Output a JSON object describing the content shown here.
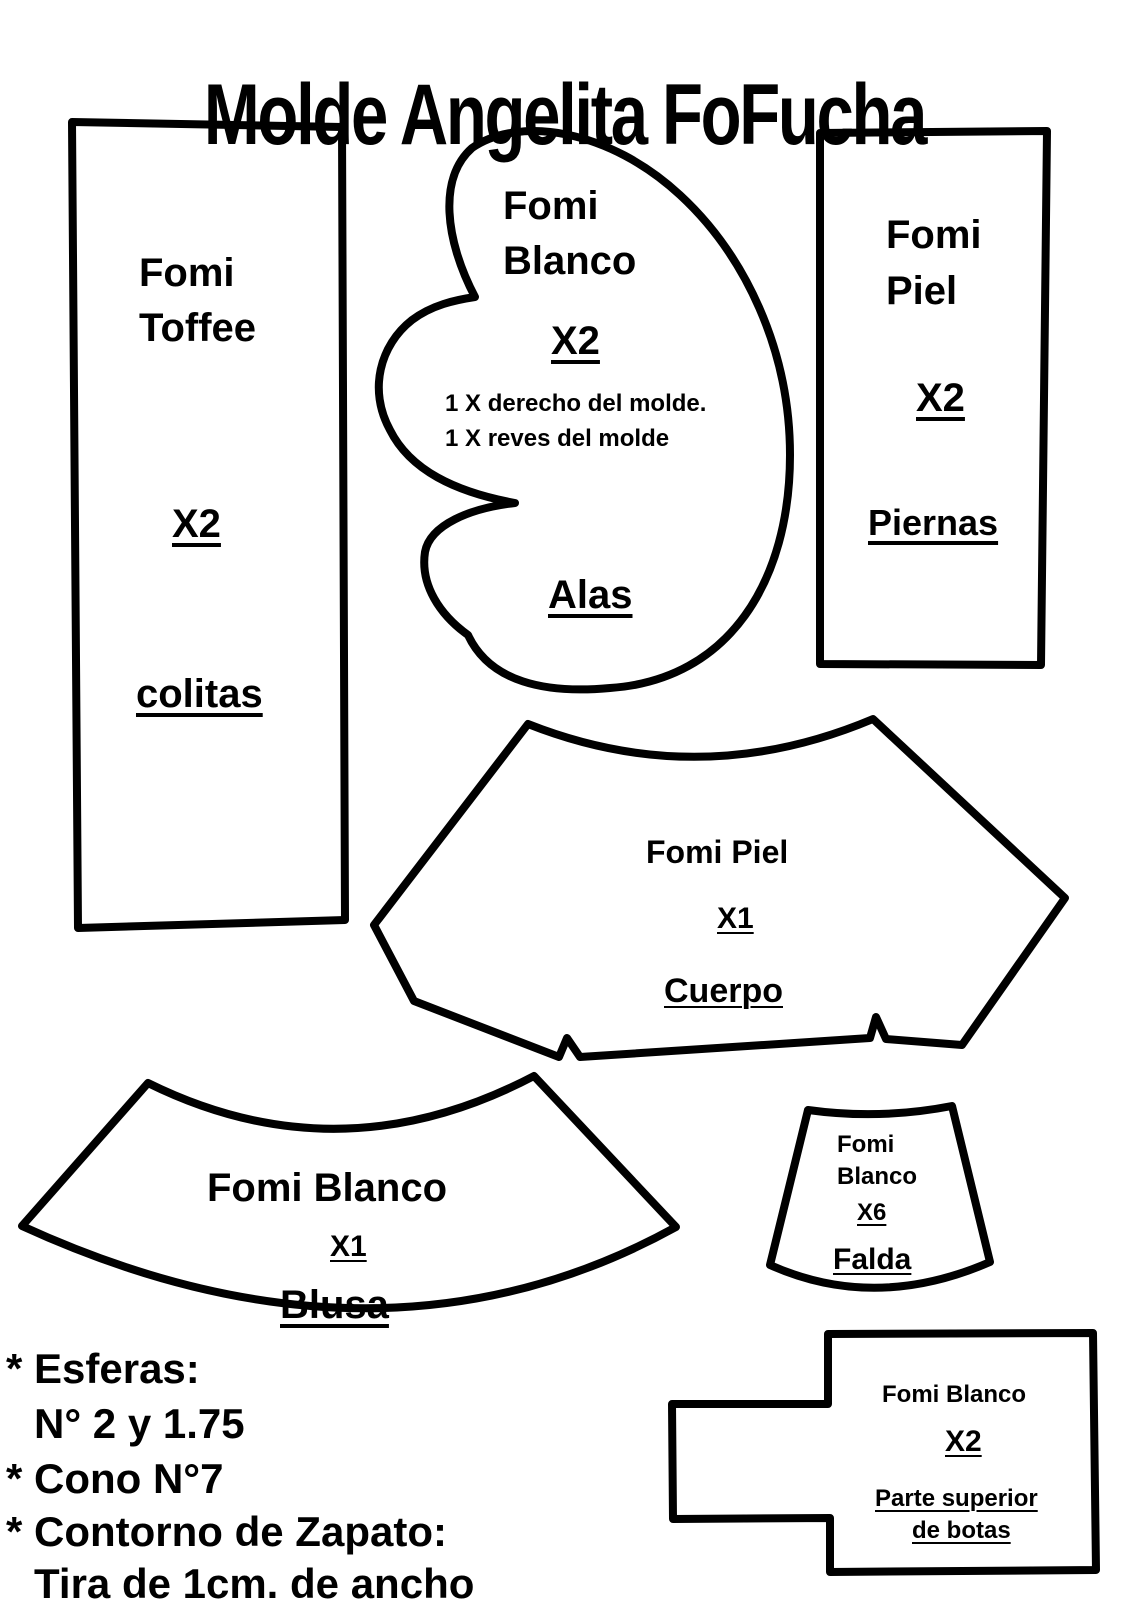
{
  "title": "Molde Angelita FoFucha",
  "pieces": {
    "colitas": {
      "material_1": "Fomi",
      "material_2": "Toffee",
      "qty": "X2",
      "name": "colitas"
    },
    "alas": {
      "material_1": "Fomi",
      "material_2": "Blanco",
      "qty": "X2",
      "note_1": "1 X derecho  del molde.",
      "note_2": "1 X reves del molde",
      "name": "Alas"
    },
    "piernas": {
      "material_1": "Fomi",
      "material_2": "Piel",
      "qty": "X2",
      "name": "Piernas"
    },
    "cuerpo": {
      "material": "Fomi Piel",
      "qty": "X1",
      "name": "Cuerpo"
    },
    "blusa": {
      "material": "Fomi Blanco",
      "qty": "X1",
      "name": "Blusa"
    },
    "falda": {
      "material_1": "Fomi",
      "material_2": "Blanco",
      "qty": "X6",
      "name": "Falda"
    },
    "botas": {
      "material": "Fomi Blanco",
      "qty": "X2",
      "name_1": "Parte superior",
      "name_2": "de botas"
    }
  },
  "notes": {
    "line_1": "* Esferas:",
    "line_2": "N° 2 y 1.75",
    "line_3": "* Cono N°7",
    "line_4": "* Contorno de Zapato:",
    "line_5": "Tira de 1cm. de ancho"
  },
  "colors": {
    "outline": "#000000",
    "background": "#ffffff"
  }
}
